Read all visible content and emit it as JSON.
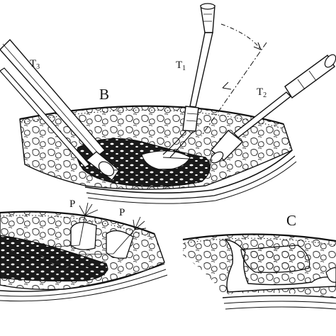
{
  "labels": {
    "trocar_3": "T",
    "trocar_3_sub": "3",
    "trocar_1": "T",
    "trocar_1_sub": "1",
    "trocar_2": "T",
    "trocar_2_sub": "2",
    "panel_b": "B",
    "panel_c": "C",
    "p_left": "P",
    "p_right": "P"
  },
  "colors": {
    "ink": "#111111",
    "paper": "#ffffff",
    "lesion": "#1a1a1a"
  }
}
